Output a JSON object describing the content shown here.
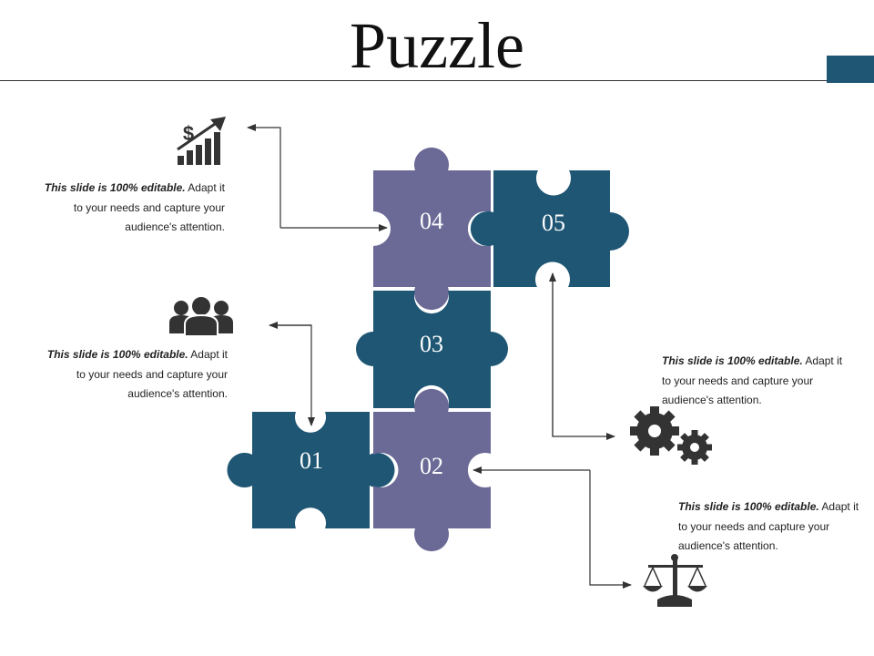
{
  "title": "Puzzle",
  "colors": {
    "teal": "#1E5674",
    "purple": "#6B6A96",
    "icon": "#333333",
    "accent": "#1E5674"
  },
  "pieces": [
    {
      "id": "01",
      "label": "01",
      "color": "teal"
    },
    {
      "id": "02",
      "label": "02",
      "color": "purple"
    },
    {
      "id": "03",
      "label": "03",
      "color": "teal"
    },
    {
      "id": "04",
      "label": "04",
      "color": "purple"
    },
    {
      "id": "05",
      "label": "05",
      "color": "teal"
    }
  ],
  "notes": [
    {
      "bold": "This slide is 100% editable.",
      "line1_rest": " Adapt it",
      "line2": "to your needs and capture your",
      "line3": "audience's attention.",
      "icon": "growth-chart-icon"
    },
    {
      "bold": "This slide is 100% editable.",
      "line1_rest": " Adapt it",
      "line2": "to your needs and capture your",
      "line3": "audience's attention.",
      "icon": "team-icon"
    },
    {
      "bold": "This slide is 100% editable.",
      "line1_rest": " Adapt it",
      "line2": "to your needs and capture your",
      "line3": "audience's attention.",
      "icon": "gears-icon"
    },
    {
      "bold": "This slide is 100% editable.",
      "line1_rest": " Adapt it",
      "line2": "to your needs and capture your",
      "line3": "audience's attention.",
      "icon": "balance-scale-icon"
    }
  ]
}
